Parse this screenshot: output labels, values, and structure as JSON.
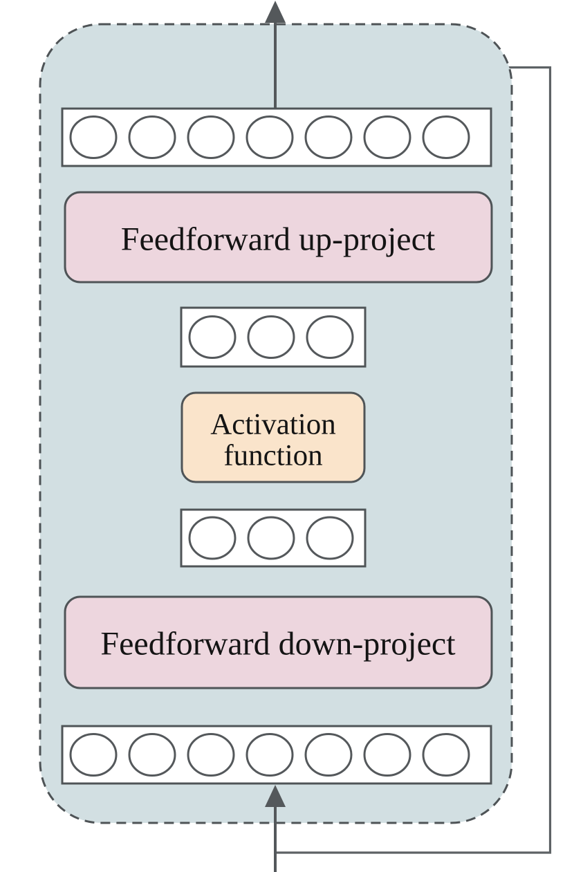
{
  "diagram": {
    "type": "neural-network-feedforward-block",
    "blocks": {
      "feedforward_up": {
        "label": "Feedforward up-project"
      },
      "activation": {
        "label_line1": "Activation",
        "label_line2": "function"
      },
      "feedforward_down": {
        "label": "Feedforward down-project"
      }
    },
    "vectors": {
      "output_row_units": 7,
      "hidden_row_after_up_units": 3,
      "hidden_row_after_activation_units": 3,
      "input_row_units": 7
    },
    "connections": {
      "input_arrow": "bottom-up-arrow",
      "output_arrow": "top-up-arrow",
      "residual_skip": "input-branch-right-side-to-output"
    },
    "colors": {
      "container_fill": "#d2dfe2",
      "project_block_fill": "#edd6de",
      "activation_block_fill": "#fae4cb",
      "vector_row_fill": "#ffffff",
      "line_color": "#54585b",
      "border_color": "#4f5457",
      "text_color": "#141414"
    }
  }
}
